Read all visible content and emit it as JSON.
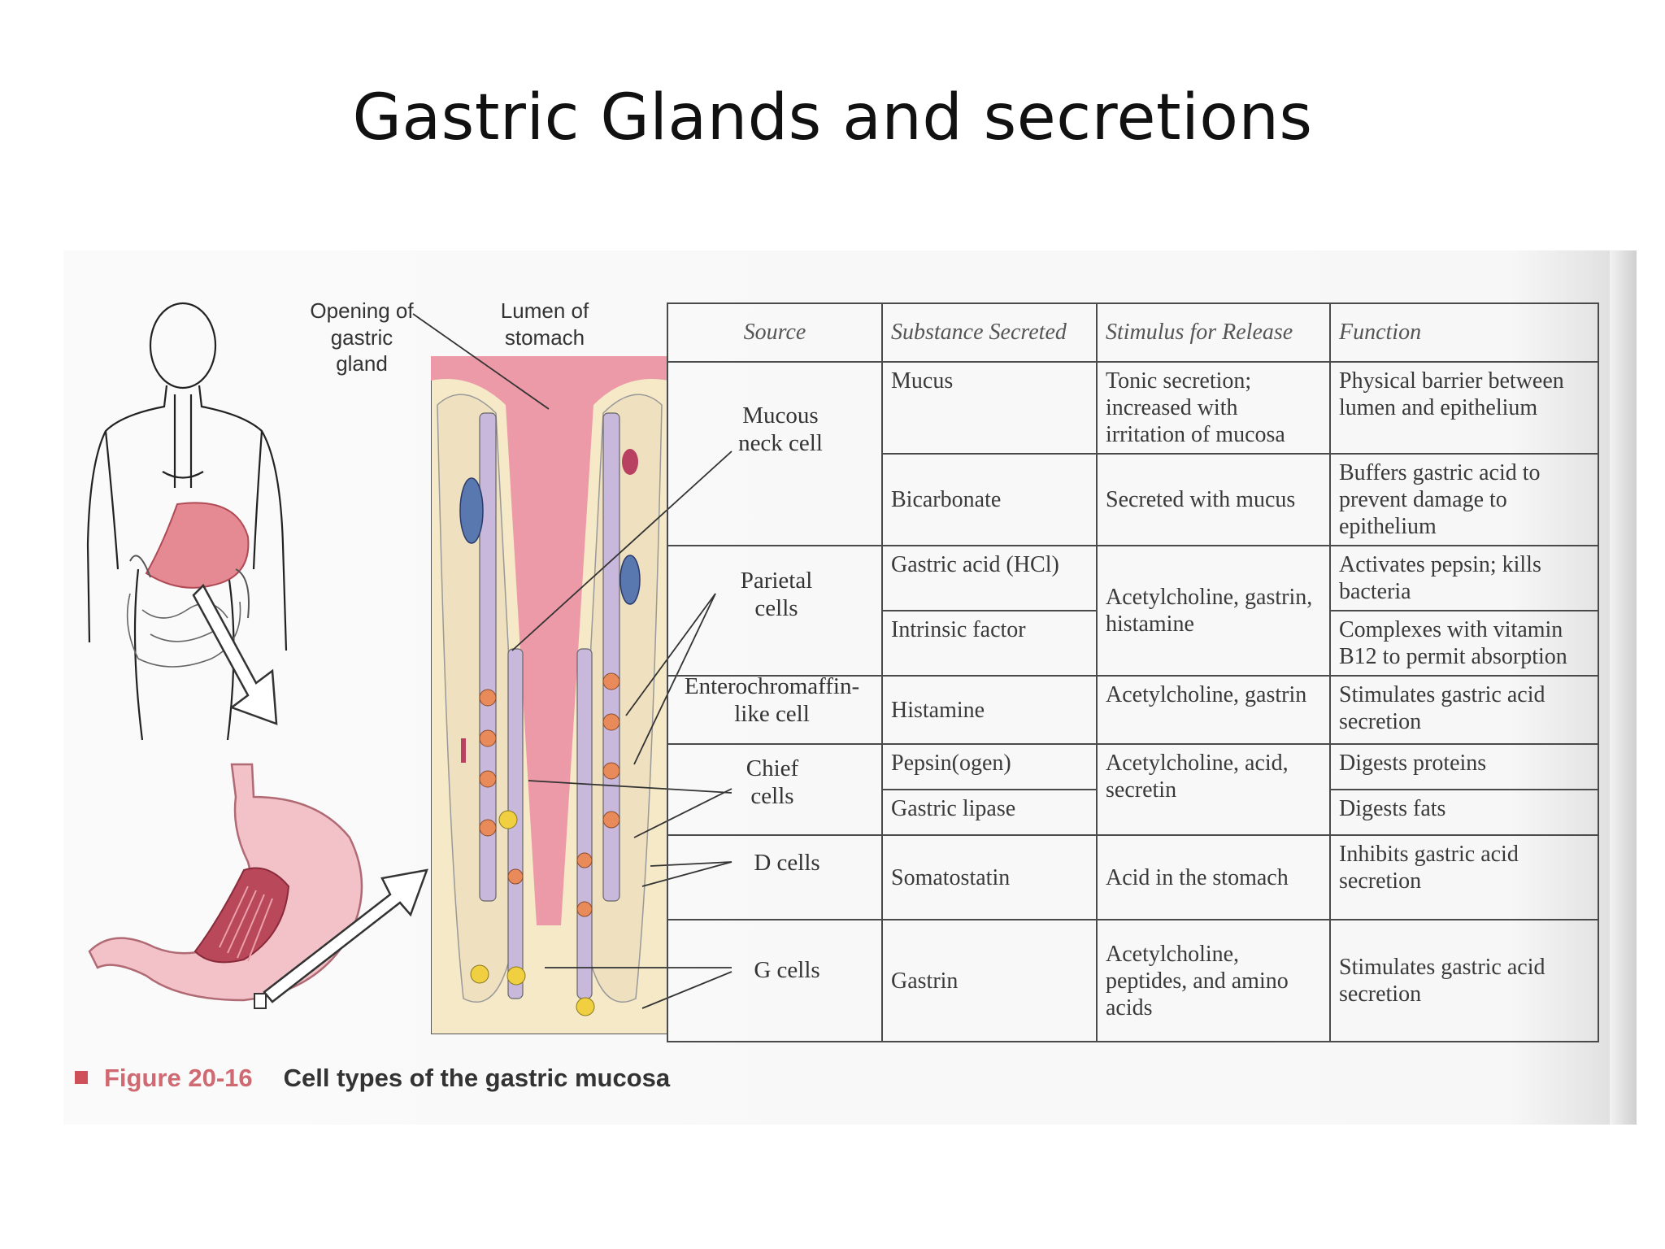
{
  "slide": {
    "title": "Gastric Glands and secretions"
  },
  "figure": {
    "labels": {
      "opening": "Opening of gastric gland",
      "lumen": "Lumen of stomach"
    },
    "cell_labels": {
      "mucous_neck": "Mucous neck cell",
      "parietal": "Parietal cells",
      "ecl": "Enterochromaffin-like cell",
      "chief": "Chief cells",
      "d_cells": "D cells",
      "g_cells": "G cells"
    },
    "table": {
      "headers": [
        "Source",
        "Substance Secreted",
        "Stimulus for Release",
        "Function"
      ],
      "rows": {
        "mucus": {
          "substance": "Mucus",
          "stimulus": "Tonic secretion; increased with irritation of mucosa",
          "function": "Physical barrier between lumen  and epithelium"
        },
        "bicarbonate": {
          "substance": "Bicarbonate",
          "stimulus": "Secreted with mucus",
          "function": "Buffers gastric acid to prevent damage to epithelium"
        },
        "hcl": {
          "substance": "Gastric acid (HCl)",
          "stimulus": "Acetylcholine, gastrin, histamine",
          "function": "Activates pepsin; kills bacteria"
        },
        "intrinsic": {
          "substance": "Intrinsic factor",
          "function": "Complexes with vitamin B12 to permit absorption"
        },
        "histamine": {
          "substance": "Histamine",
          "stimulus": "Acetylcholine, gastrin",
          "function": "Stimulates gastric acid secretion"
        },
        "pepsin": {
          "substance": "Pepsin(ogen)",
          "stimulus": "Acetylcholine, acid, secretin",
          "function": "Digests proteins"
        },
        "lipase": {
          "substance": "Gastric lipase",
          "function": "Digests fats"
        },
        "somatostatin": {
          "substance": "Somatostatin",
          "stimulus": "Acid in the stomach",
          "function": "Inhibits gastric acid secretion"
        },
        "gastrin": {
          "substance": "Gastrin",
          "stimulus": "Acetylcholine, peptides, and amino acids",
          "function": "Stimulates gastric acid secretion"
        }
      }
    },
    "caption": {
      "figure_number": "Figure 20-16",
      "text": "Cell types of the gastric mucosa"
    },
    "colors": {
      "tissue_pink": "#e8a0a8",
      "parietal_orange": "#e98a5a",
      "chief_purple": "#c8b8dc",
      "g_cell_yellow": "#f0d040",
      "vessel_blue": "#5a78b0",
      "connective_cream": "#f5e9c8"
    }
  }
}
